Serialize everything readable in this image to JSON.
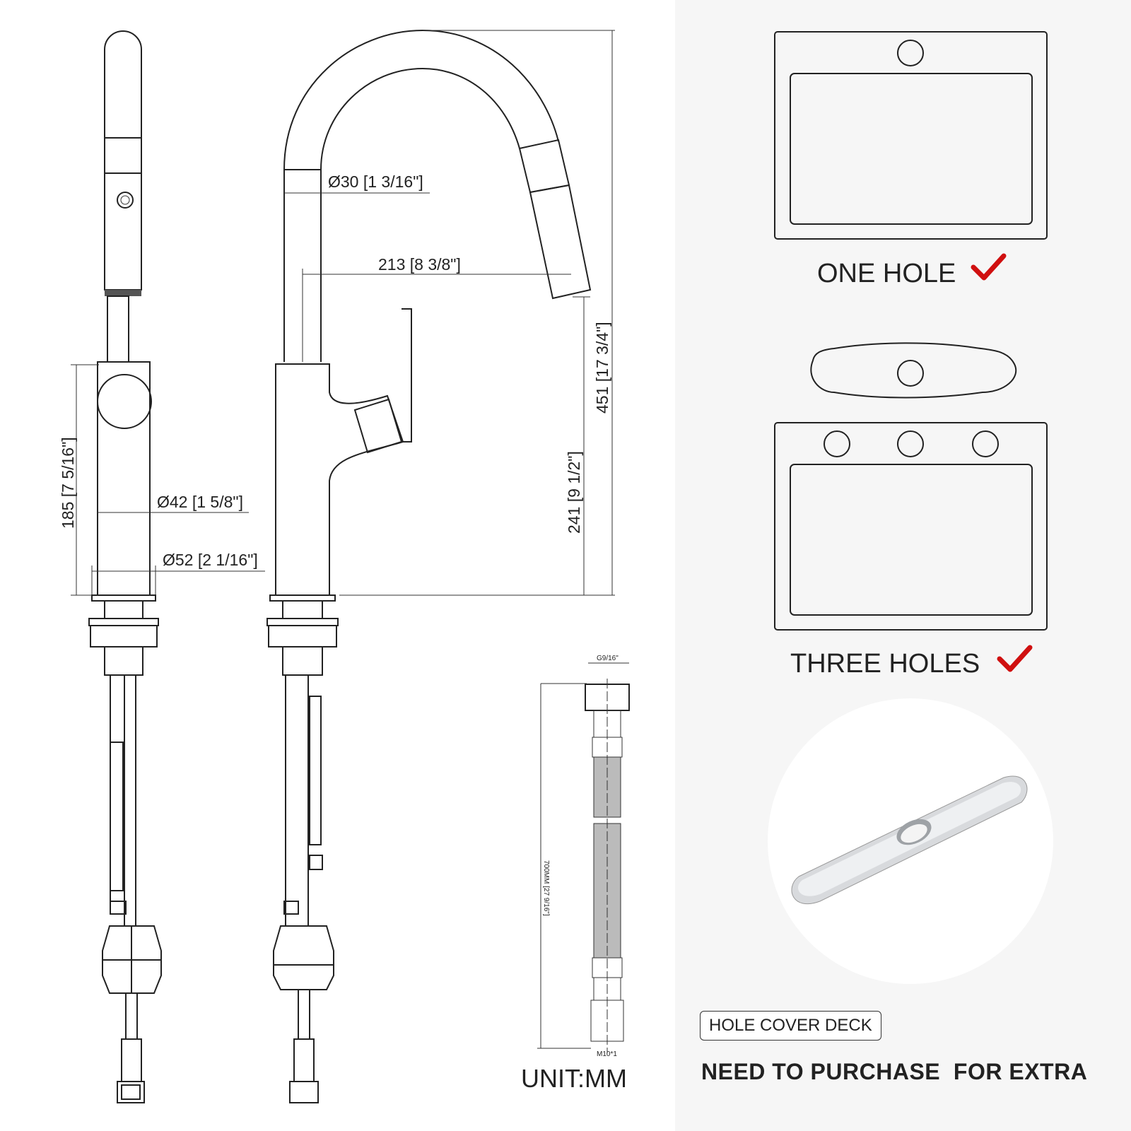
{
  "dimensions": {
    "spout_diameter": "Ø30 [1 3/16\"]",
    "reach": "213 [8 3/8\"]",
    "total_height": "451 [17 3/4\"]",
    "spout_height": "241 [9 1/2\"]",
    "body_height": "185 [7 5/16\"]",
    "body_diameter": "Ø42 [1 5/8\"]",
    "base_diameter": "Ø52 [2 1/16\"]"
  },
  "hose": {
    "top_thread": "G9/16\"",
    "length": "700MM [27 9/16\"]",
    "bottom_thread": "M10*1"
  },
  "unit": "UNIT:MM",
  "installation": {
    "one_hole": "ONE HOLE",
    "three_holes": "THREE HOLES",
    "check_color": "#d01010"
  },
  "hole_cover": {
    "label": "HOLE COVER DECK",
    "note": "NEED TO PURCHASE  FOR EXTRA"
  }
}
